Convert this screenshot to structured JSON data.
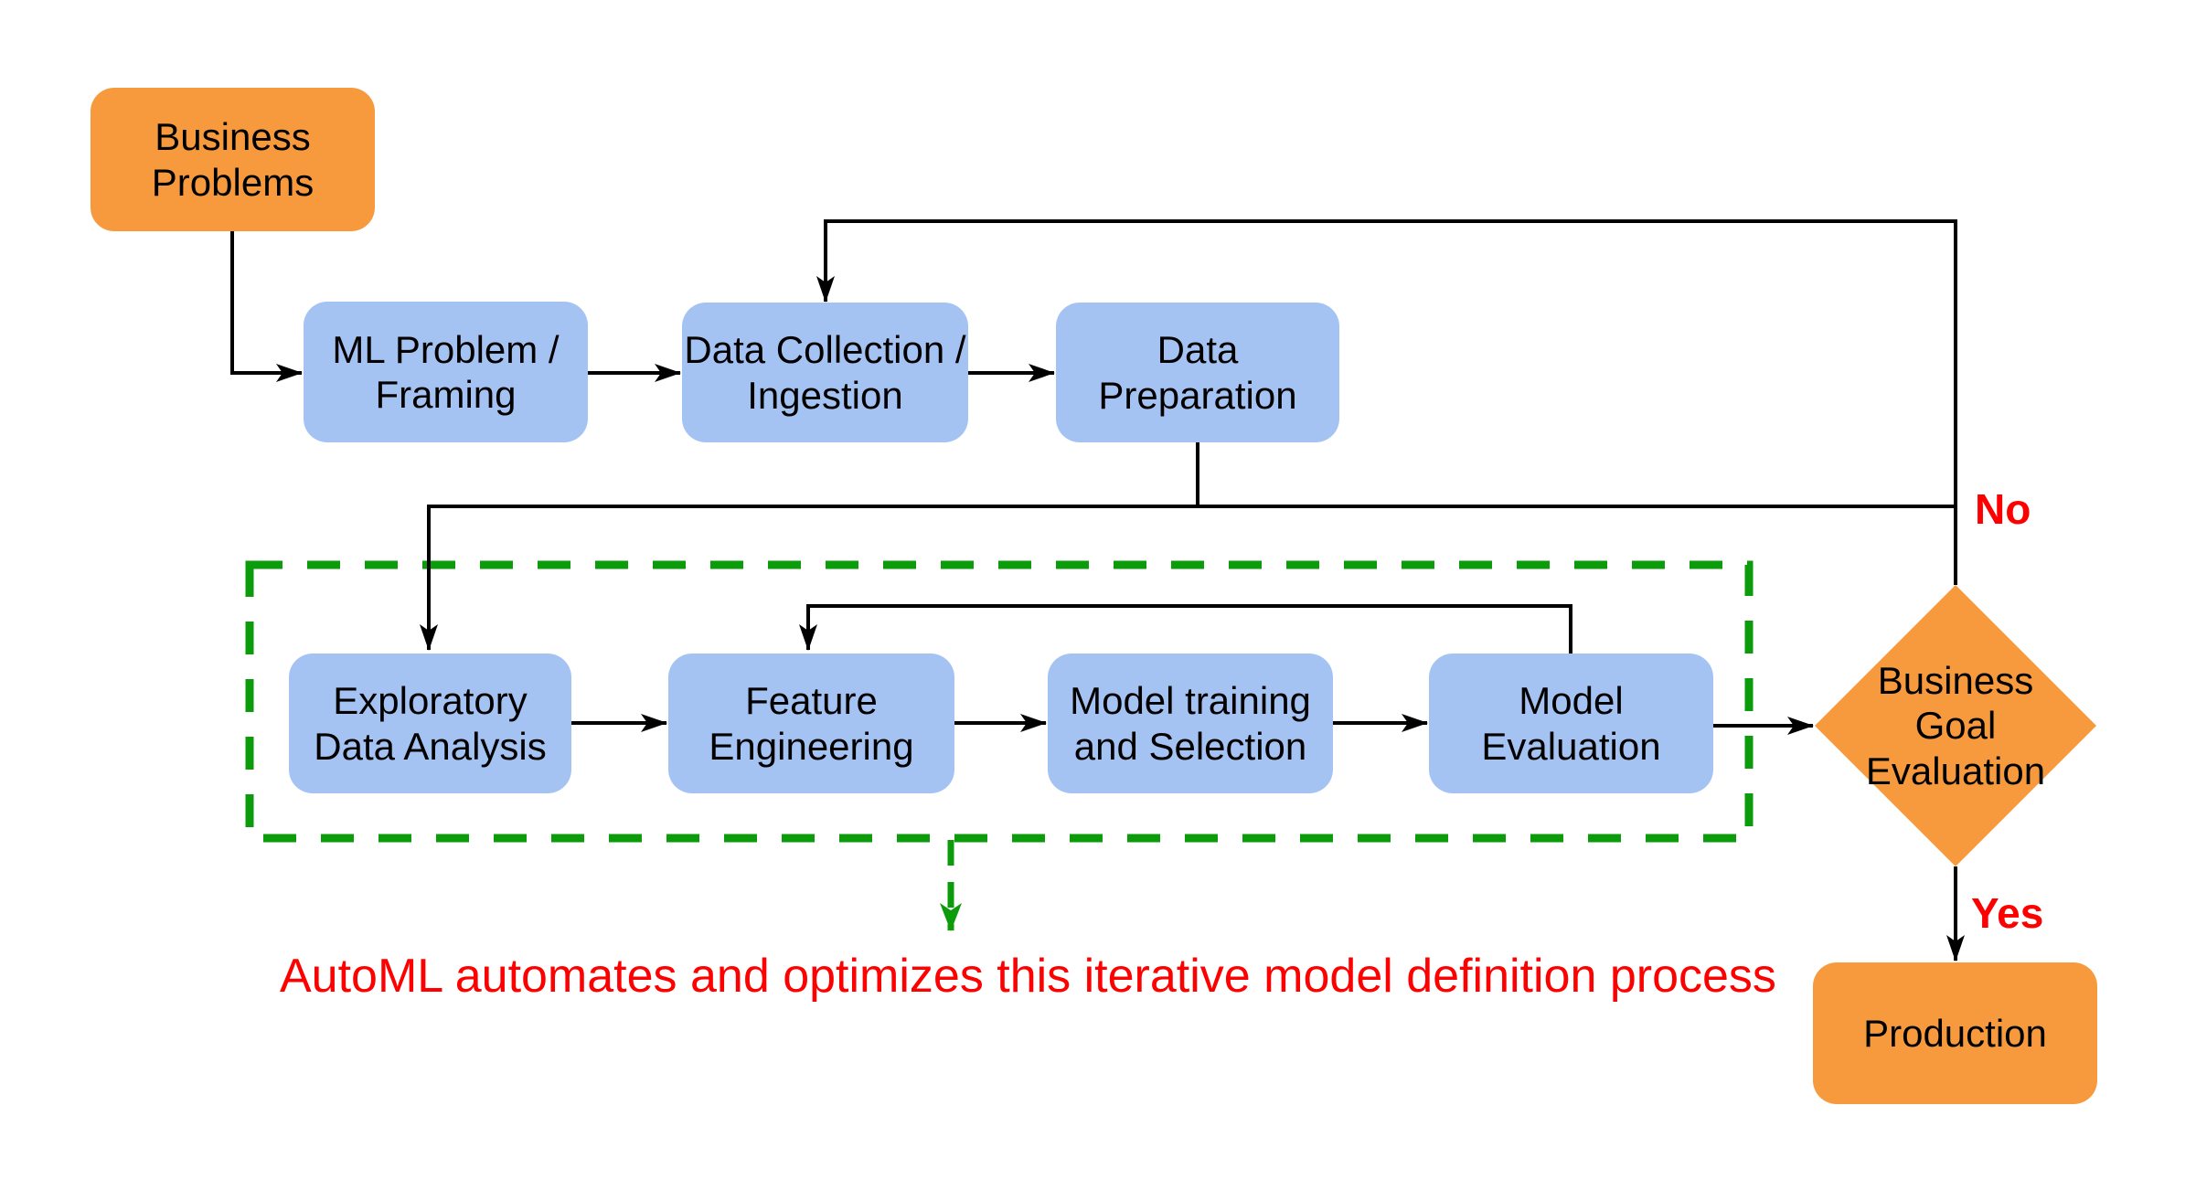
{
  "nodes": {
    "business_problems": {
      "label": "Business\nProblems"
    },
    "ml_problem_framing": {
      "label": "ML Problem /\nFraming"
    },
    "data_collection_ingestion": {
      "label": "Data Collection /\nIngestion"
    },
    "data_preparation": {
      "label": "Data\nPreparation"
    },
    "exploratory_data_analysis": {
      "label": "Exploratory\nData Analysis"
    },
    "feature_engineering": {
      "label": "Feature\nEngineering"
    },
    "model_training_selection": {
      "label": "Model training\nand Selection"
    },
    "model_evaluation": {
      "label": "Model\nEvaluation"
    },
    "business_goal_evaluation": {
      "label": "Business\nGoal\nEvaluation"
    },
    "production": {
      "label": "Production"
    }
  },
  "edge_labels": {
    "no": "No",
    "yes": "Yes"
  },
  "caption": {
    "text": "AutoML automates and optimizes this iterative model definition process"
  },
  "colors": {
    "process_blue": "#A4C3F3",
    "terminal_orange": "#F79A3E",
    "automl_green": "#0B9B0B",
    "label_red": "#FF0000",
    "connector_black": "#000000",
    "background": "#FFFFFF"
  }
}
